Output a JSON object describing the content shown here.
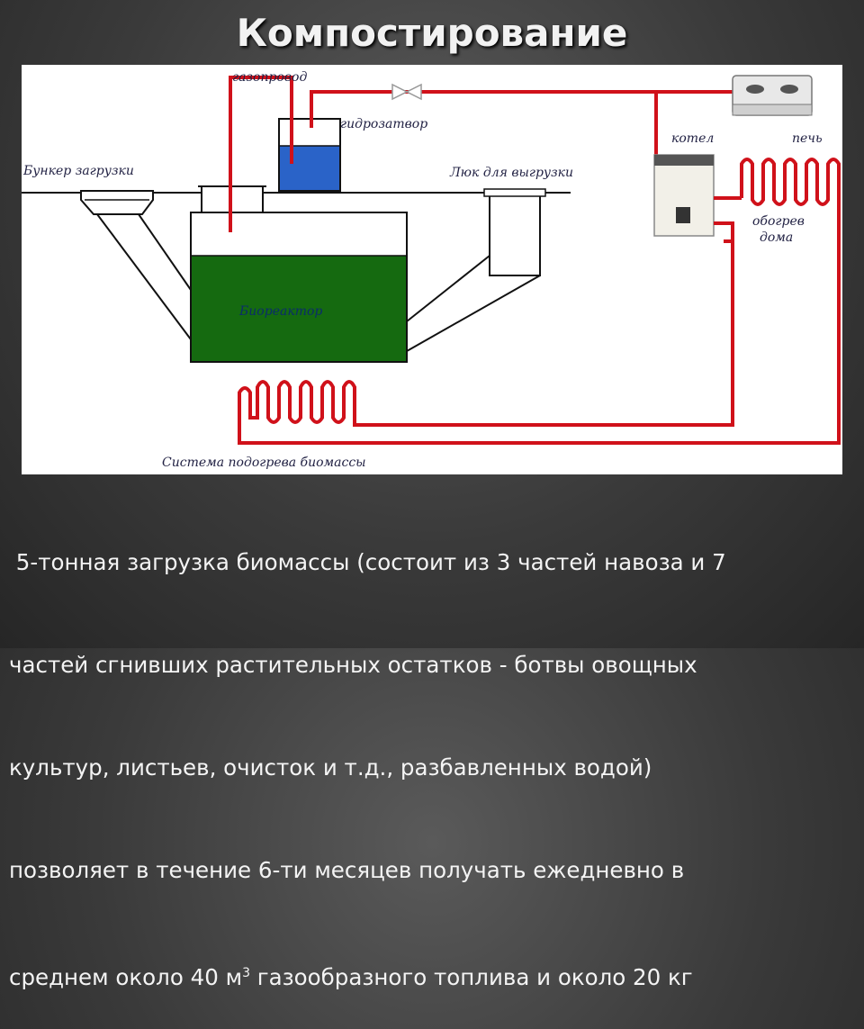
{
  "title": "Компостирование",
  "diagram": {
    "labels": {
      "gas_pipe": "газопровод",
      "water_seal": "гидрозатвор",
      "boiler": "котел",
      "stove": "печь",
      "load_hopper": "Бункер загрузки",
      "unload_hatch": "Люк для выгрузки",
      "bioreactor": "Биореактор",
      "house_heating_line1": "обогрев",
      "house_heating_line2": "дома",
      "biomass_heating": "Система подогрева биомассы"
    },
    "colors": {
      "pipe": "#d0111a",
      "biomass": "#156a10",
      "water": "#2a63c8",
      "outline": "#111111"
    },
    "icons": [
      "valve-icon",
      "stove-icon",
      "boiler-icon"
    ]
  },
  "body": {
    "line1": " 5-тонная загрузка биомассы (состоит из 3 частей навоза и 7",
    "line2": "частей сгнивших растительных остатков - ботвы овощных",
    "line3": "культур, листьев, очисток и т.д., разбавленных водой)",
    "line4": "позволяет в течение 6-ти месяцев получать ежедневно в",
    "line5_a": "среднем около 40 м",
    "line5_sup": "3",
    "line5_b": " газообразного топлива и около 20 кг"
  }
}
